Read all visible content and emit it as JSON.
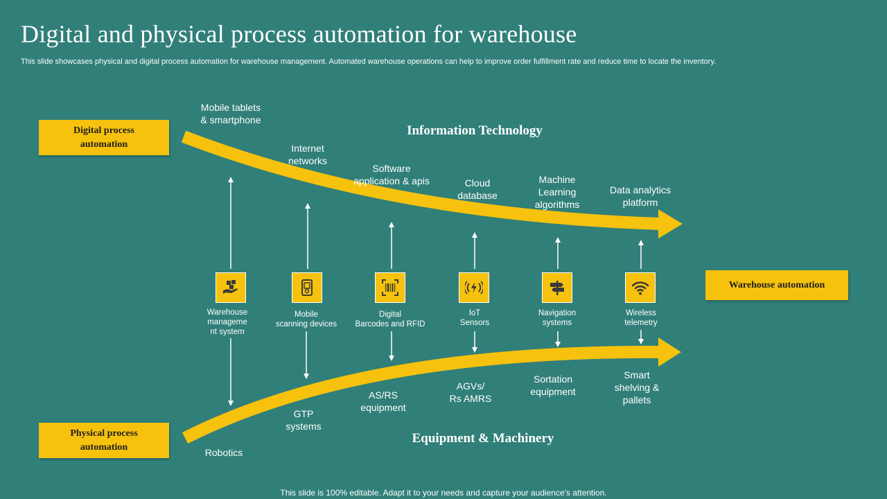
{
  "title": "Digital and physical process automation for warehouse",
  "subtitle": "This slide showcases physical and digital process automation for warehouse management. Automated warehouse operations can help to improve order fulfillment rate and reduce time to locate the inventory.",
  "footer": "This slide is 100% editable. Adapt it to your needs and capture your audience's attention.",
  "boxes": {
    "digital": "Digital process automation",
    "physical": "Physical process automation",
    "warehouse": "Warehouse automation"
  },
  "sections": {
    "it": "Information Technology",
    "equipment": "Equipment & Machinery"
  },
  "it_items": [
    "Mobile tablets\n& smartphone",
    "Internet\nnetworks",
    "Software\napplication & apis",
    "Cloud\ndatabase",
    "Machine\nLearning\nalgorithms",
    "Data analytics\nplatform"
  ],
  "center_items": [
    {
      "label": "Warehouse\nmanageme\nnt system",
      "icon": "hand-boxes-icon"
    },
    {
      "label": "Mobile\nscanning devices",
      "icon": "mobile-scanner-icon"
    },
    {
      "label": "Digital\nBarcodes and RFID",
      "icon": "barcode-icon"
    },
    {
      "label": "IoT\nSensors",
      "icon": "iot-sensor-icon"
    },
    {
      "label": "Navigation\nsystems",
      "icon": "signpost-icon"
    },
    {
      "label": "Wireless\ntelemetry",
      "icon": "wifi-icon"
    }
  ],
  "equipment_items": [
    "Robotics",
    "GTP\nsystems",
    "AS/RS\nequipment",
    "AGVs/\nRs AMRS",
    "Sortation\nequipment",
    "Smart\nshelving &\npallets"
  ],
  "colors": {
    "background": "#317F79",
    "accent": "#F6C20D"
  }
}
